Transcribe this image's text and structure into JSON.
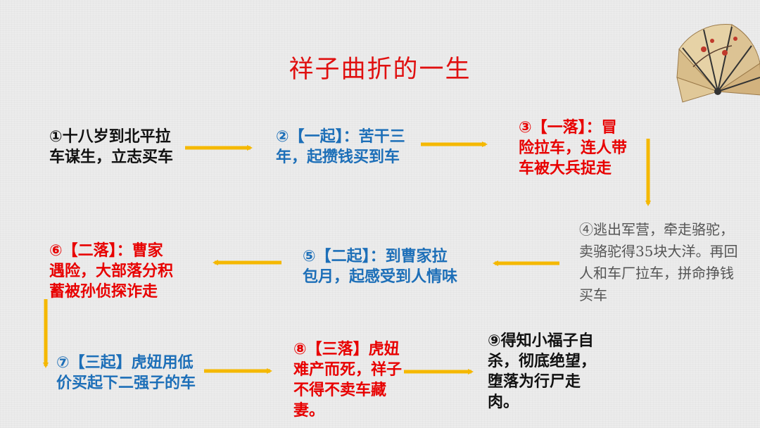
{
  "title": "祥子曲折的一生",
  "nodes": {
    "n1": "①十八岁到北平拉车谋生，立志买车",
    "n2": "②【一起】：苦干三年，起攒钱买到车",
    "n3": "③【一落】：冒险拉车，连人带车被大兵捉走",
    "n4": "④逃出军营，牵走骆驼，卖骆驼得35块大洋。再回人和车厂拉车，拼命挣钱买车",
    "n5": "⑤【二起】：到曹家拉包月，起感受到人情味",
    "n6": "⑥【二落】：曹家遇险，大部落分积蓄被孙侦探诈走",
    "n7": "⑦【三起】虎妞用低价买起下二强子的车",
    "n8": "⑧【三落】虎妞难产而死，祥子不得不卖车藏妻。",
    "n9": "⑨得知小福子自杀，彻底绝望，堕落为行尸走肉。"
  },
  "colors": {
    "title": "#e01010",
    "arrow": "#f5b800",
    "black_text": "#111111",
    "blue_text": "#1d6fb8",
    "red_text": "#e80000",
    "gray_text": "#555555"
  }
}
